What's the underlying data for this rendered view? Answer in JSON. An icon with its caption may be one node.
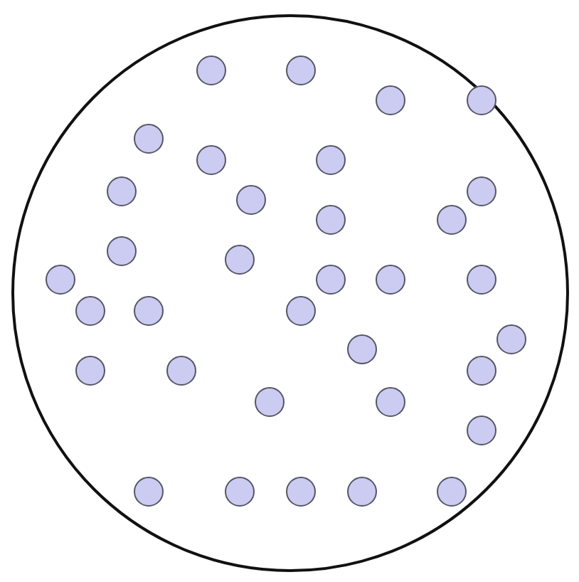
{
  "diagram": {
    "nodes": [
      {
        "text": [],
        "shape": "circle"
      },
      {
        "text": [],
        "shape": "circle",
        "in": 0
      },
      {
        "text": [],
        "shape": "circle",
        "in": 0
      },
      {
        "text": [],
        "shape": "circle",
        "in": 0
      },
      {
        "text": [],
        "shape": "circle",
        "in": 0
      },
      {
        "text": [],
        "shape": "circle",
        "in": 0
      },
      {
        "text": [],
        "shape": "circle",
        "in": 0
      },
      {
        "text": [],
        "shape": "circle",
        "in": 0
      },
      {
        "text": [],
        "shape": "circle",
        "in": 0
      },
      {
        "text": [],
        "shape": "circle",
        "in": 0
      },
      {
        "text": [],
        "shape": "circle",
        "in": 0
      },
      {
        "text": [],
        "shape": "circle",
        "in": 0
      },
      {
        "text": [],
        "shape": "circle",
        "in": 0
      },
      {
        "text": [],
        "shape": "circle",
        "in": 0
      },
      {
        "text": [],
        "shape": "circle",
        "in": 0
      },
      {
        "text": [],
        "shape": "circle",
        "in": 0
      },
      {
        "text": [],
        "shape": "circle",
        "in": 0
      },
      {
        "text": [],
        "shape": "circle",
        "in": 0
      },
      {
        "text": [],
        "shape": "circle",
        "in": 0
      },
      {
        "text": [],
        "shape": "circle",
        "in": 0
      },
      {
        "text": [],
        "shape": "circle",
        "in": 0
      },
      {
        "text": [],
        "shape": "circle",
        "in": 0
      },
      {
        "text": [],
        "shape": "circle",
        "in": 0
      },
      {
        "text": [],
        "shape": "circle",
        "in": 0
      },
      {
        "text": [],
        "shape": "circle",
        "in": 0
      },
      {
        "text": [],
        "shape": "circle",
        "in": 0
      },
      {
        "text": [],
        "shape": "circle",
        "in": 0
      },
      {
        "text": [],
        "shape": "circle",
        "in": 0
      },
      {
        "text": [],
        "shape": "circle",
        "in": 0
      },
      {
        "text": [],
        "shape": "circle",
        "in": 0
      },
      {
        "text": [],
        "shape": "circle",
        "in": 0
      },
      {
        "text": [],
        "shape": "circle",
        "in": 0
      },
      {
        "text": [],
        "shape": "circle",
        "in": 0
      },
      {
        "text": [],
        "shape": "circle",
        "in": 0
      },
      {
        "text": [],
        "shape": "circle",
        "in": 0
      }
    ]
  }
}
